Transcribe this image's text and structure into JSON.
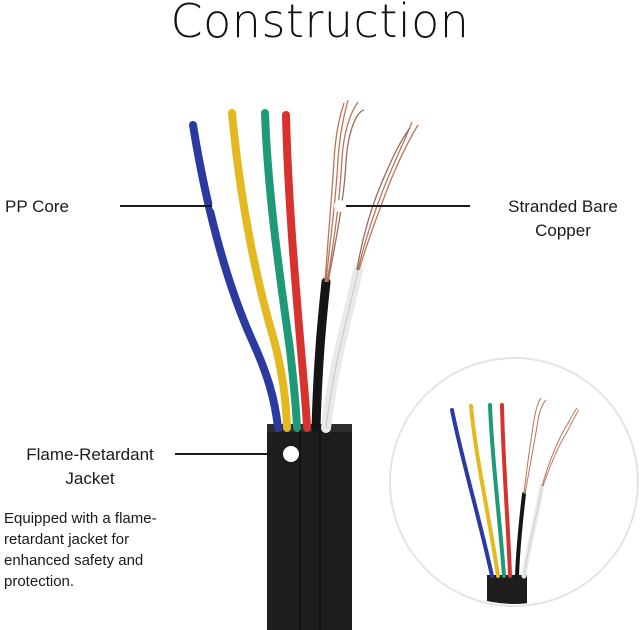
{
  "title": "Construction",
  "labels": {
    "pp_core": "PP Core",
    "stranded_copper_line1": "Stranded Bare",
    "stranded_copper_line2": "Copper",
    "jacket_line1": "Flame-Retardant",
    "jacket_line2": "Jacket"
  },
  "description": "Equipped with a flame-retardant jacket for enhanced safety and protection.",
  "colors": {
    "jacket": "#1c1c1c",
    "blue_wire": "#2a3aa0",
    "yellow_wire": "#e3b91f",
    "green_wire": "#1f9a78",
    "red_wire": "#d8322e",
    "black_wire": "#151515",
    "white_wire": "#ececec",
    "copper": "#b8765a"
  }
}
